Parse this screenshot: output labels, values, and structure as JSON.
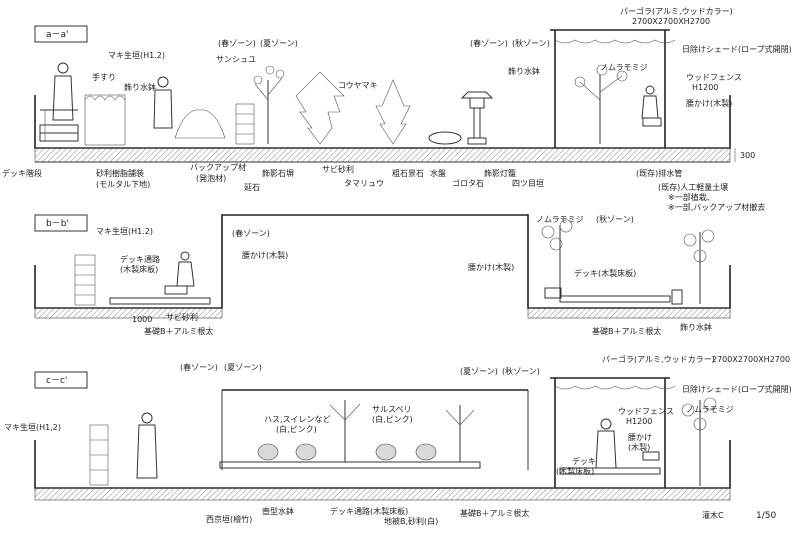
{
  "sections": {
    "aa": {
      "tag": "a－a'",
      "zone_spring": "(春ゾーン)",
      "zone_summer": "(夏ゾーン)",
      "zone_spring2": "(春ゾーン)",
      "zone_autumn": "(秋ゾーン)",
      "pergola": "パーゴラ(アルミ,ウッドカラー)",
      "pergola_size": "2700X2700XH2700",
      "shade": "日除けシェード(ロープ式開閉)",
      "labels": {
        "maki": "マキ生垣(H1.2)",
        "tesuri": "手すり",
        "tsukubai": "飾り水鉢",
        "sanshuyu": "サンシュユ",
        "koyamaki": "コウヤマキ",
        "kazari_suihachi2": "飾り水鉢",
        "nomura": "ノムラモミジ",
        "wood_fence": "ウッドフェンス",
        "h1200": "H1200",
        "koshikake": "腰かけ(木製)",
        "deck_kaidan": "デッキ階段",
        "jari": "砂利樹脂舗装",
        "mortar": "(モルタル下地)",
        "backup": "バックアップ材",
        "happo": "(発泡材)",
        "nobeishi": "延石",
        "hakuba": "飾影石塀",
        "sabi": "サビ砂利",
        "tamaryu": "タマリュウ",
        "kuro": "粗石景石",
        "suiban": "水盤",
        "gorota": "ゴロタ石",
        "toro": "飾影灯籠",
        "yotsume": "四ツ目垣",
        "haisui": "(既存)排水管",
        "dim300": "300",
        "jinko": "(既存)人工軽量土壌",
        "kisei1": "※一部植栽、",
        "kisei2": "※一部,バックアップ材撤去"
      }
    },
    "bb": {
      "tag": "b－b'",
      "zone_spring": "(春ゾーン)",
      "zone_autumn": "(秋ゾーン)",
      "labels": {
        "maki": "マキ生垣(H1.2)",
        "deck_path": "デッキ通路",
        "deck_path2": "(木製床板)",
        "koshikake": "腰かけ(木製)",
        "sabi": "サビ砂利",
        "kiso": "基礎B＋アルミ根太",
        "dim1000": "1000",
        "nomura": "ノムラモミジ",
        "koshikake2": "腰かけ(木製)",
        "deck": "デッキ(木製床板)",
        "kiso2": "基礎B＋アルミ根太",
        "suihachi": "飾り水鉢"
      }
    },
    "cc": {
      "tag": "c－c'",
      "zone_spring": "(春ゾーン)",
      "zone_summer": "(夏ゾーン)",
      "zone_summer2": "(夏ゾーン)",
      "zone_autumn": "(秋ゾーン)",
      "pergola": "パーゴラ(アルミ,ウッドカラー)",
      "pergola_size": "2700X2700XH2700",
      "shade": "日除けシェード(ロープ式開閉)",
      "labels": {
        "maki": "マキ生垣(H1,2)",
        "hasu": "ハス,スイレンなど",
        "hasu2": "(白,ピンク)",
        "sarusuberi": "サルスベリ",
        "sarusuberi2": "(白,ピンク)",
        "wood_fence": "ウッドフェンス",
        "h1200": "H1200",
        "nomura": "ノムラモミジ",
        "koshikake": "腰かけ",
        "koshikake2": "(木製)",
        "deck": "デッキ",
        "deck2": "(木製床板)",
        "seikyo": "西京垣(檜竹)",
        "suihachi": "壺型水鉢",
        "deck_path": "デッキ通路(木製床板)",
        "jiban": "地被B,砂利(白)",
        "kiso": "基礎B＋アルミ根太",
        "ueki": "灌木C"
      }
    }
  },
  "scale": "1/50"
}
